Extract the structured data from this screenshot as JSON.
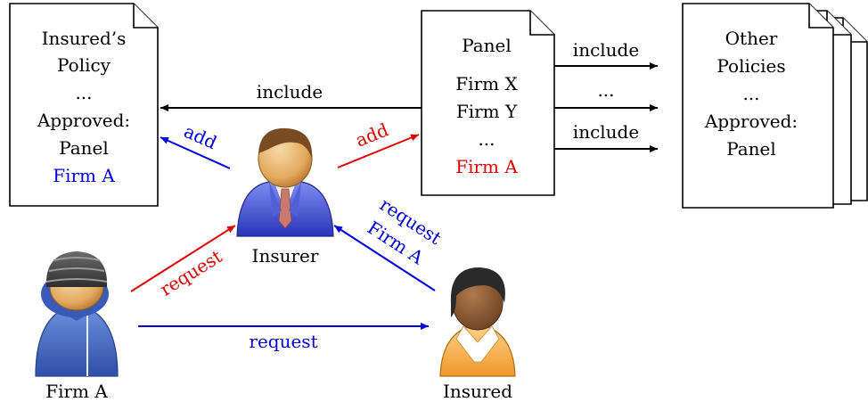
{
  "colors": {
    "red": "#e00000",
    "blue": "#0000dd",
    "black": "#000000"
  },
  "documents": {
    "insured_policy": {
      "lines": [
        "Insured’s",
        "Policy",
        "...",
        "Approved:",
        "Panel"
      ],
      "added": "Firm A"
    },
    "panel": {
      "title": "Panel",
      "lines": [
        "Firm X",
        "Firm Y",
        "..."
      ],
      "added": "Firm A"
    },
    "other_policies": {
      "lines": [
        "Other",
        "Policies",
        "...",
        "Approved:",
        "Panel"
      ]
    }
  },
  "actors": {
    "insurer": "Insurer",
    "firm_a": "Firm A",
    "insured": "Insured"
  },
  "edges": {
    "panel_to_insured_policy": "include",
    "panel_to_other_1": "include",
    "panel_to_other_2": "...",
    "panel_to_other_3": "include",
    "insurer_to_insured_policy": "add",
    "insurer_to_panel": "add",
    "firm_a_to_insurer": "request",
    "insured_to_insurer_line1": "request",
    "insured_to_insurer_line2": "Firm A",
    "firm_a_to_insured": "request"
  }
}
